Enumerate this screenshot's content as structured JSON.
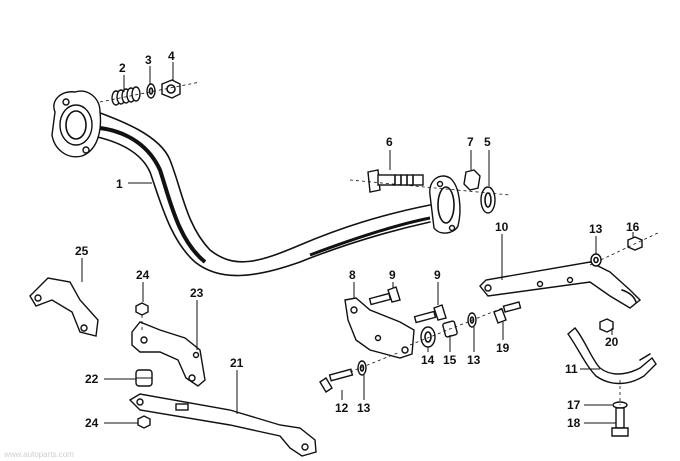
{
  "callouts": [
    {
      "id": "c1",
      "text": "1"
    },
    {
      "id": "c2",
      "text": "2"
    },
    {
      "id": "c3",
      "text": "3"
    },
    {
      "id": "c4",
      "text": "4"
    },
    {
      "id": "c5",
      "text": "5"
    },
    {
      "id": "c6",
      "text": "6"
    },
    {
      "id": "c7",
      "text": "7"
    },
    {
      "id": "c8",
      "text": "8"
    },
    {
      "id": "c9a",
      "text": "9"
    },
    {
      "id": "c9b",
      "text": "9"
    },
    {
      "id": "c10",
      "text": "10"
    },
    {
      "id": "c11",
      "text": "11"
    },
    {
      "id": "c12",
      "text": "12"
    },
    {
      "id": "c13a",
      "text": "13"
    },
    {
      "id": "c13b",
      "text": "13"
    },
    {
      "id": "c13c",
      "text": "13"
    },
    {
      "id": "c14",
      "text": "14"
    },
    {
      "id": "c15",
      "text": "15"
    },
    {
      "id": "c16",
      "text": "16"
    },
    {
      "id": "c17",
      "text": "17"
    },
    {
      "id": "c18",
      "text": "18"
    },
    {
      "id": "c19",
      "text": "19"
    },
    {
      "id": "c20",
      "text": "20"
    },
    {
      "id": "c21",
      "text": "21"
    },
    {
      "id": "c22",
      "text": "22"
    },
    {
      "id": "c23",
      "text": "23"
    },
    {
      "id": "c24a",
      "text": "24"
    },
    {
      "id": "c24b",
      "text": "24"
    },
    {
      "id": "c25",
      "text": "25"
    }
  ],
  "watermark": "www.autoparts.com"
}
